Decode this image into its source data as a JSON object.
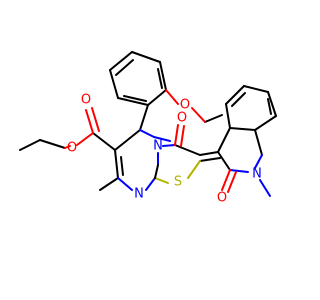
{
  "structure": {
    "atom_labels": {
      "o_methoxy": "O",
      "o_ester_single": "O",
      "o_ester_carbonyl": "O",
      "o_thiazolone": "O",
      "o_indolinone": "O",
      "n_bridge": "N",
      "n_ring": "N",
      "n_indole": "N",
      "s_thiazole": "S"
    },
    "colors": {
      "carbon_bond": "#000000",
      "oxygen": "#ff0000",
      "nitrogen": "#0000ff",
      "sulfur": "#b2b200",
      "background": "#ffffff"
    }
  }
}
